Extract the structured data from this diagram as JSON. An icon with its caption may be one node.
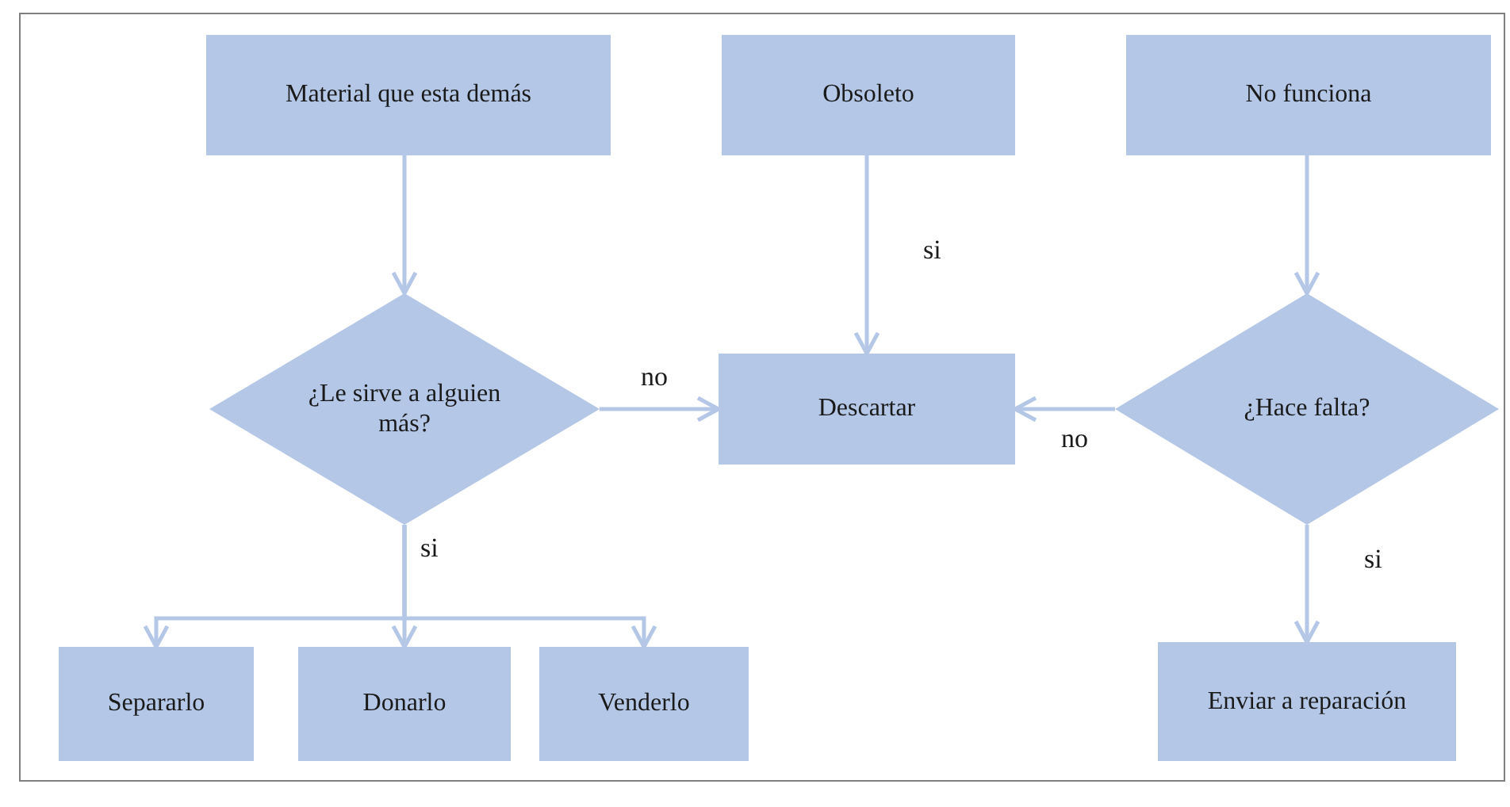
{
  "diagram": {
    "nodes": [
      {
        "text": [
          "Material que esta demás"
        ]
      },
      {
        "text": [
          "Obsoleto"
        ]
      },
      {
        "text": [
          "No funciona"
        ]
      },
      {
        "text": [
          "¿Le sirve a alguien más?"
        ]
      },
      {
        "text": [
          "Descartar"
        ]
      },
      {
        "text": [
          "¿Hace falta?"
        ]
      },
      {
        "text": [
          "Separarlo"
        ]
      },
      {
        "text": [
          "Donarlo"
        ]
      },
      {
        "text": [
          "Venderlo"
        ]
      },
      {
        "text": [
          "Enviar a reparación"
        ]
      }
    ],
    "edges": [
      {
        "from": 0,
        "to": 3,
        "arrow": "to"
      },
      {
        "from": 1,
        "to": 4,
        "arrow": "to",
        "label": "si"
      },
      {
        "from": 3,
        "to": 4,
        "arrow": "to",
        "label": "no"
      },
      {
        "from": 5,
        "to": 4,
        "arrow": "to",
        "label": "no"
      },
      {
        "from": 2,
        "to": 5,
        "arrow": "to"
      },
      {
        "from": 3,
        "to": 6,
        "arrow": "to"
      },
      {
        "from": 3,
        "to": 7,
        "arrow": "to",
        "label": "si"
      },
      {
        "from": 3,
        "to": 8,
        "arrow": "to"
      },
      {
        "from": 5,
        "to": 9,
        "arrow": "to",
        "label": "si"
      }
    ]
  }
}
